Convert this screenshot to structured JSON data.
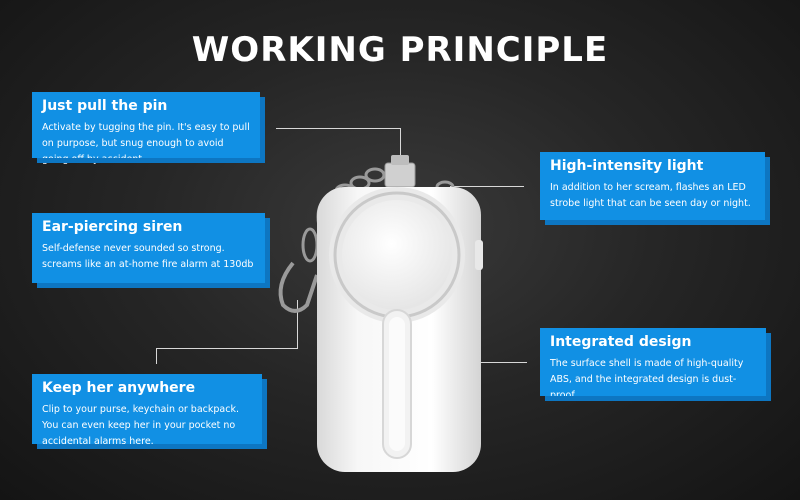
{
  "title": "WORKING PRINCIPLE",
  "features": [
    {
      "heading": "Just pull the pin",
      "text": "Activate  by tugging the pin. It's easy to pull on purpose, but snug enough to avoid going off by accident."
    },
    {
      "heading": "Ear-piercing siren",
      "text": "Self-defense never sounded so strong. screams like an at-home fire alarm at 130db"
    },
    {
      "heading": "Keep her anywhere",
      "text": "Clip to your purse, keychain or backpack. You can even keep her in your pocket no accidental alarms here."
    },
    {
      "heading": "High-intensity light",
      "text": "In addition to her scream, flashes an LED strobe light that can be seen day or night."
    },
    {
      "heading": "Integrated design",
      "text": "The surface shell is made of high-quality ABS, and the integrated design is dust-proof"
    }
  ],
  "colors": {
    "card": "#1190e4",
    "card_shadow": "#0d76c2",
    "background": "#262626"
  }
}
